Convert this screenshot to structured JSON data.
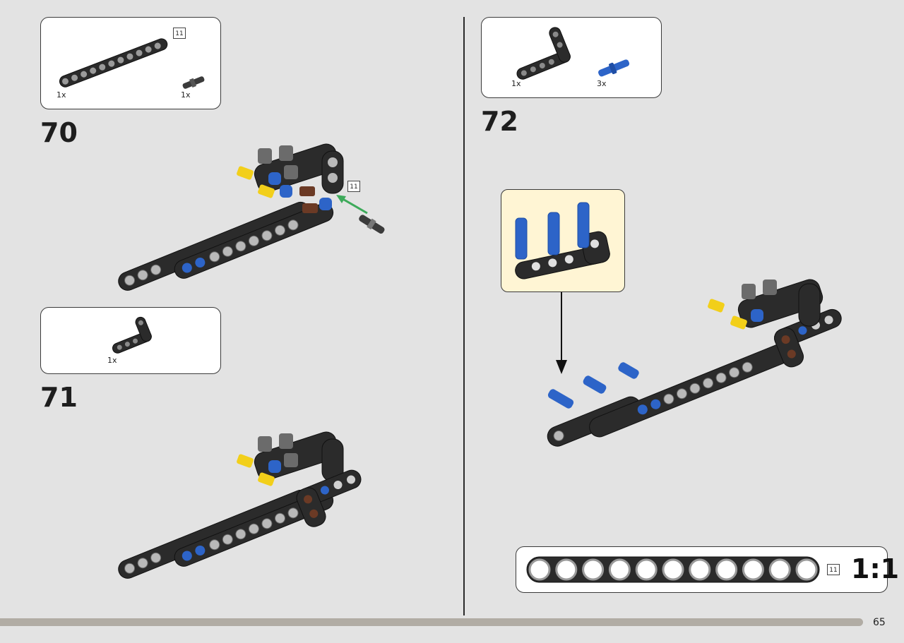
{
  "steps": {
    "step70": {
      "number": "70",
      "parts": [
        {
          "qty": "1x"
        },
        {
          "qty": "1x"
        }
      ],
      "beam_length_badge": "11",
      "assembly_length_badge": "11"
    },
    "step71": {
      "number": "71",
      "parts": [
        {
          "qty": "1x"
        }
      ]
    },
    "step72": {
      "number": "72",
      "parts": [
        {
          "qty": "1x"
        },
        {
          "qty": "3x"
        }
      ]
    }
  },
  "scale_ruler": {
    "length_badge": "11",
    "scale_label": "1:1",
    "holes": 11
  },
  "page_number": "65",
  "colors": {
    "background": "#e3e3e3",
    "beam_dark": "#2b2b2b",
    "pin_blue": "#2d64c8",
    "axle_yellow": "#f2cf1a",
    "pin_brown": "#6b3a25",
    "arrow_green": "#3daa5a",
    "callout_bg": "#fff5d4",
    "footer_bar": "#b1aca4"
  },
  "icons": [
    "technic-beam",
    "technic-pin",
    "assembly-arrow"
  ]
}
